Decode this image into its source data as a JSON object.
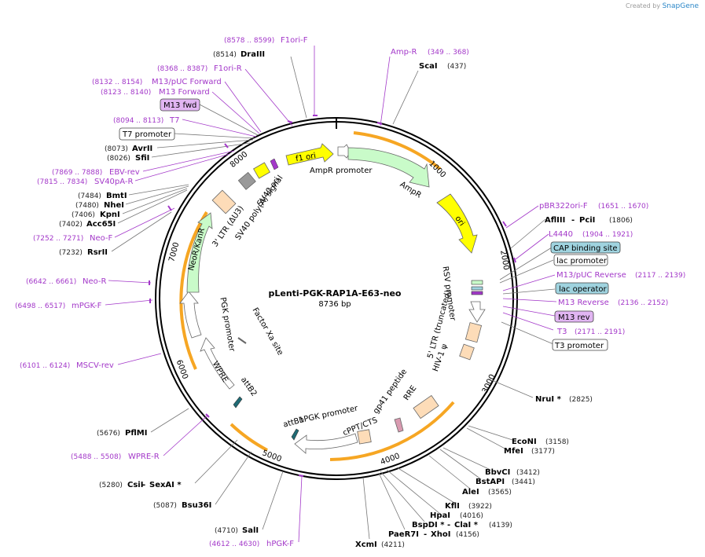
{
  "credit": {
    "prefix": "Created by",
    "brand": "SnapGene"
  },
  "plasmid": {
    "name": "pLenti-PGK-RAP1A-E63-neo",
    "size": "8736 bp"
  },
  "ticks": [
    "1000",
    "2000",
    "3000",
    "4000",
    "5000",
    "6000",
    "7000",
    "8000"
  ],
  "features": {
    "f1_ori": "f1 ori",
    "ampr_promoter": "AmpR promoter",
    "ampr": "AmpR",
    "ori": "ori",
    "rsv_promoter": "RSV promoter",
    "ltr5": "5' LTR (truncated)",
    "hiv_psi": "HIV-1 ψ",
    "rre": "RRE",
    "gp41": "gp41 peptide",
    "cppt": "cPPT/CTS",
    "hpgk": "hPGK promoter",
    "attb1": "attB1",
    "attb2": "attB2",
    "wpre": "WPRE",
    "pgk": "PGK promoter",
    "neokanr": "NeoR/KanR",
    "ltr3": "3' LTR (ΔU3)",
    "sv40polya": "SV40 poly(A) signal",
    "sv40ori": "SV40 ori",
    "factorxa": "Factor Xa site"
  },
  "labels": {
    "f1ori_f": {
      "name": "F1ori-F",
      "pos": "(8578 .. 8599)"
    },
    "drai": {
      "name": "DraIII",
      "pos": "(8514)"
    },
    "f1ori_r": {
      "name": "F1ori-R",
      "pos": "(8368 .. 8387)"
    },
    "m13puc_fwd": {
      "name": "M13/pUC Forward",
      "pos": "(8132 .. 8154)"
    },
    "m13_forward": {
      "name": "M13 Forward",
      "pos": "(8123 .. 8140)"
    },
    "m13_fwd_box": "M13 fwd",
    "t7": {
      "name": "T7",
      "pos": "(8094 .. 8113)"
    },
    "t7_promoter": "T7 promoter",
    "avrii": {
      "name": "AvrII",
      "pos": "(8073)"
    },
    "sfii": {
      "name": "SfiI",
      "pos": "(8026)"
    },
    "ebv_rev": {
      "name": "EBV-rev",
      "pos": "(7869 .. 7888)"
    },
    "sv40pa_r": {
      "name": "SV40pA-R",
      "pos": "(7815 .. 7834)"
    },
    "bmti": {
      "name": "BmtI",
      "pos": "(7484)"
    },
    "nhei": {
      "name": "NheI",
      "pos": "(7480)"
    },
    "kpni": {
      "name": "KpnI",
      "pos": "(7406)"
    },
    "acc65i": {
      "name": "Acc65I",
      "pos": "(7402)"
    },
    "neo_f": {
      "name": "Neo-F",
      "pos": "(7252 .. 7271)"
    },
    "rsrii": {
      "name": "RsrII",
      "pos": "(7232)"
    },
    "neo_r": {
      "name": "Neo-R",
      "pos": "(6642 .. 6661)"
    },
    "mpgk_f": {
      "name": "mPGK-F",
      "pos": "(6498 .. 6517)"
    },
    "mscv_rev": {
      "name": "MSCV-rev",
      "pos": "(6101 .. 6124)"
    },
    "pflmi": {
      "name": "PflMI",
      "pos": "(5676)"
    },
    "wpre_r": {
      "name": "WPRE-R",
      "pos": "(5488 .. 5508)"
    },
    "csii": {
      "name": "CsiI",
      "pos": "(5280)"
    },
    "sexai": {
      "name": "SexAI *"
    },
    "bsu36i": {
      "name": "Bsu36I",
      "pos": "(5087)"
    },
    "sali": {
      "name": "SalI",
      "pos": "(4710)"
    },
    "hpgk_f": {
      "name": "hPGK-F",
      "pos": "(4612 .. 4630)"
    },
    "xcmi": {
      "name": "XcmI",
      "pos": "(4211)"
    },
    "paer7i": {
      "name": "PaeR7I",
      "pos": ""
    },
    "xhoi": {
      "name": "XhoI",
      "pos": "(4156)"
    },
    "bspdi": {
      "name": "BspDI *",
      "pos": ""
    },
    "clai": {
      "name": "ClaI *",
      "pos": "(4139)"
    },
    "hpai": {
      "name": "HpaI",
      "pos": "(4016)"
    },
    "kfli": {
      "name": "KflI",
      "pos": "(3922)"
    },
    "alei": {
      "name": "AleI",
      "pos": "(3565)"
    },
    "bstapi": {
      "name": "BstAPI",
      "pos": "(3441)"
    },
    "bbvci": {
      "name": "BbvCI",
      "pos": "(3412)"
    },
    "mfei": {
      "name": "MfeI",
      "pos": "(3177)"
    },
    "econi": {
      "name": "EcoNI",
      "pos": "(3158)"
    },
    "nrui": {
      "name": "NruI *",
      "pos": "(2825)"
    },
    "t3_promoter": "T3 promoter",
    "t3": {
      "name": "T3",
      "pos": "(2171 .. 2191)"
    },
    "m13_rev_box": "M13 rev",
    "m13_reverse": {
      "name": "M13 Reverse",
      "pos": "(2136 .. 2152)"
    },
    "lac_operator": "lac operator",
    "m13puc_rev": {
      "name": "M13/pUC Reverse",
      "pos": "(2117 .. 2139)"
    },
    "lac_promoter": "lac promoter",
    "cap_site": "CAP binding site",
    "l4440": {
      "name": "L4440",
      "pos": "(1904 .. 1921)"
    },
    "afliii": {
      "name": "AflIII",
      "pos": ""
    },
    "pcii": {
      "name": "PciI",
      "pos": "(1806)"
    },
    "pbr322ori_f": {
      "name": "pBR322ori-F",
      "pos": "(1651 .. 1670)"
    },
    "scai": {
      "name": "ScaI",
      "pos": "(437)"
    },
    "amp_r": {
      "name": "Amp-R",
      "pos": "(349 .. 368)"
    }
  },
  "colors": {
    "primer": "#a338c9",
    "ampr_fill": "#c9fbc9",
    "f1ori_fill": "#ffff00",
    "ltr_fill": "#fddcb8",
    "orf_highlight": "#f6a623",
    "box_blue": "#9fd3df",
    "box_purple": "#e1b5f2"
  }
}
